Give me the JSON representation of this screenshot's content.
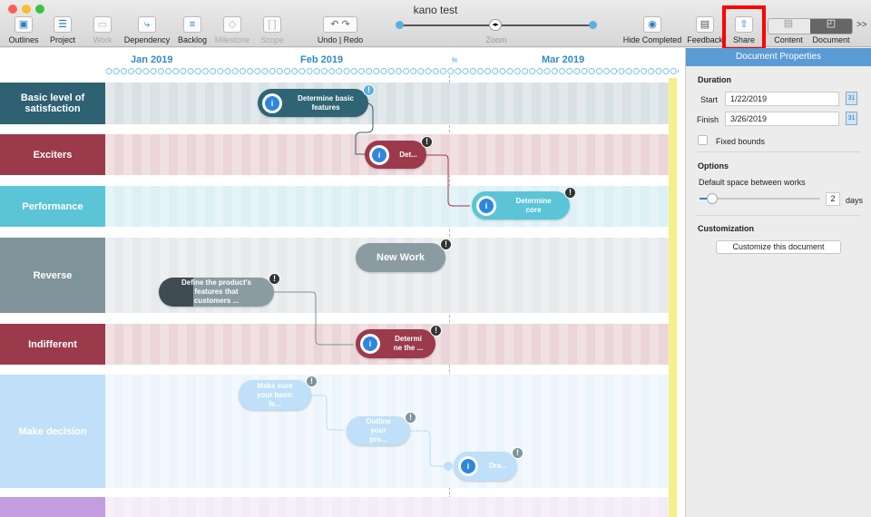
{
  "window": {
    "title": "kano test"
  },
  "toolbar": {
    "items": [
      {
        "label": "Outlines",
        "icon": "outlines-icon",
        "enabled": true
      },
      {
        "label": "Project",
        "icon": "project-icon",
        "enabled": true
      },
      {
        "label": "Work",
        "icon": "work-icon",
        "enabled": false
      },
      {
        "label": "Dependency",
        "icon": "dependency-icon",
        "enabled": true
      },
      {
        "label": "Backlog",
        "icon": "backlog-icon",
        "enabled": true
      },
      {
        "label": "Milestone",
        "icon": "milestone-icon",
        "enabled": false
      },
      {
        "label": "Scope",
        "icon": "scope-icon",
        "enabled": false
      }
    ],
    "undo_redo": "Undo | Redo",
    "zoom": "Zoom",
    "zoom_level": 0.5,
    "hide_completed": "Hide Completed",
    "feedback": "Feedback",
    "share": "Share",
    "content": "Content",
    "document": "Document",
    "more": ">>"
  },
  "timeline": {
    "months": [
      "Jan 2019",
      "Feb 2019",
      "Mar 2019"
    ]
  },
  "lanes": [
    {
      "label": "Basic level of satisfaction",
      "color": "#2e6172"
    },
    {
      "label": "Exciters",
      "color": "#9b3a4b"
    },
    {
      "label": "Performance",
      "color": "#5bc4d7"
    },
    {
      "label": "Reverse",
      "color": "#7f939a"
    },
    {
      "label": "Indifferent",
      "color": "#9b3a4b"
    },
    {
      "label": "Make decision",
      "color": "#bfe0f8"
    },
    {
      "label": "",
      "color": "#c39de0"
    }
  ],
  "works": [
    {
      "label": "Determine basic features"
    },
    {
      "label": "Det..."
    },
    {
      "label": "Determine core"
    },
    {
      "label": "New Work"
    },
    {
      "label": "Define the product's features that customers ..."
    },
    {
      "label": "Determi ne the ..."
    },
    {
      "label": "Make sure your basic fe..."
    },
    {
      "label": "Outline your pro..."
    },
    {
      "label": "Dra..."
    }
  ],
  "panel": {
    "title": "Document Properties",
    "duration": "Duration",
    "start_label": "Start",
    "start": "1/22/2019",
    "finish_label": "Finish",
    "finish": "3/26/2019",
    "calendar": "31",
    "fixed_bounds": "Fixed bounds",
    "options": "Options",
    "space_label": "Default space between works",
    "space_value": "2",
    "days": "days",
    "customization": "Customization",
    "customize_button": "Customize this document"
  }
}
